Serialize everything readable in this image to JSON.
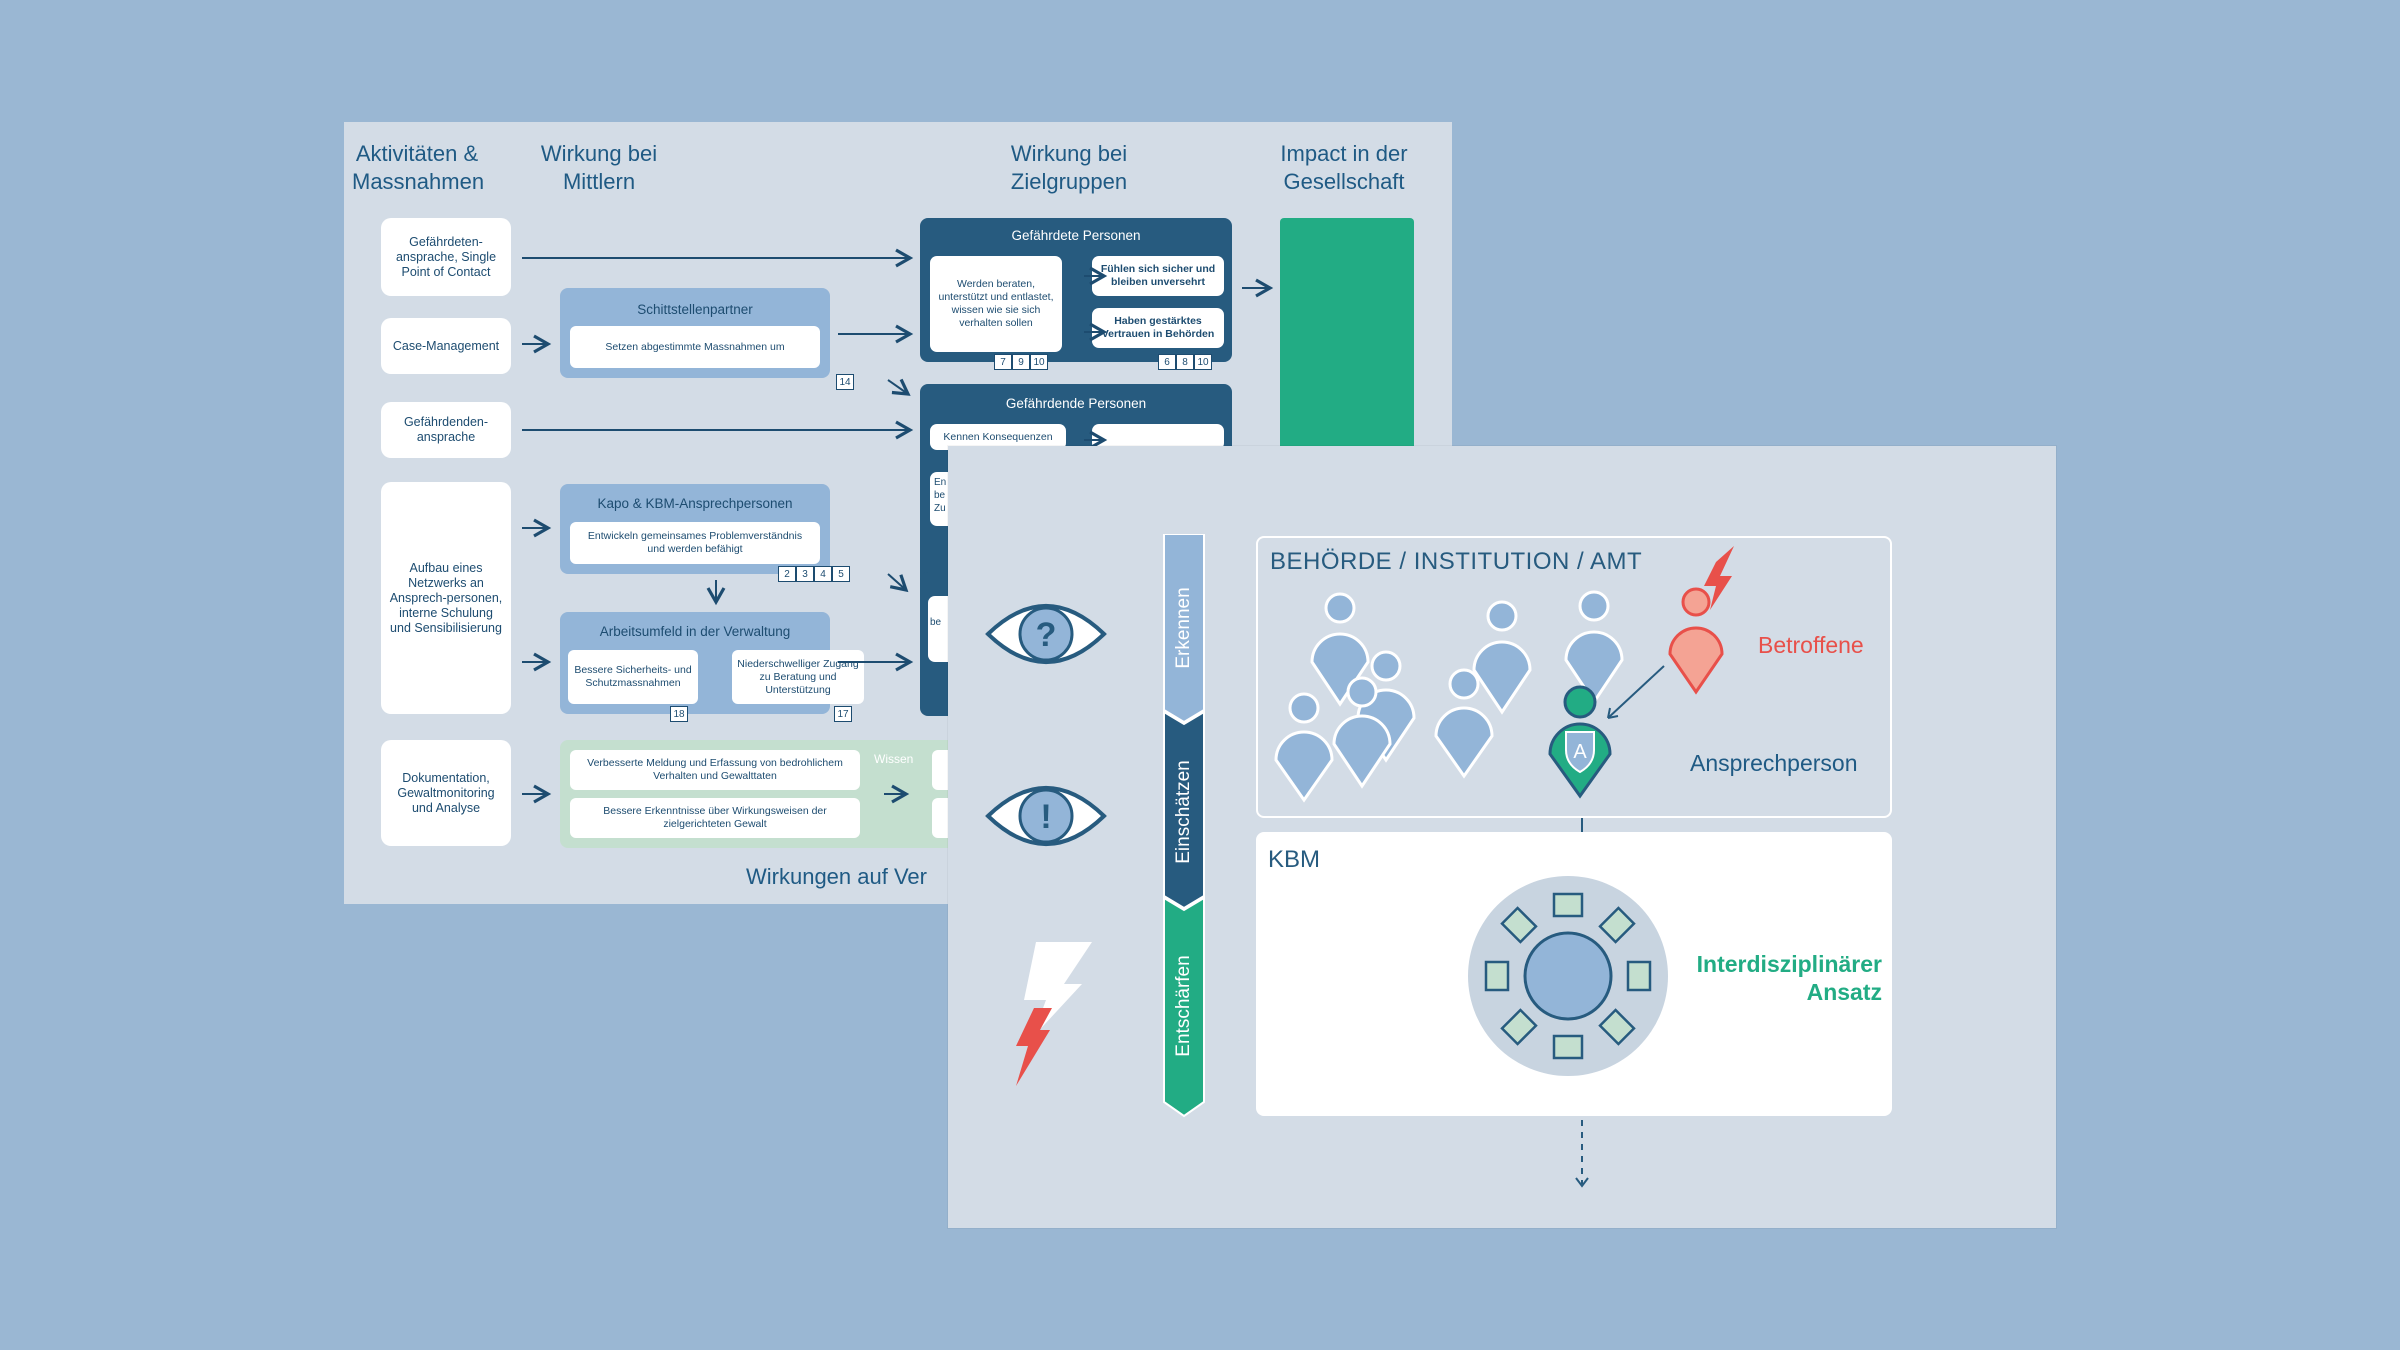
{
  "sheet1": {
    "headers": {
      "activities": "Aktivitäten & Massnahmen",
      "mittler": "Wirkung bei Mittlern",
      "zielgruppen": "Wirkung bei Zielgruppen",
      "impact": "Impact in der Gesellschaft"
    },
    "activities": [
      "Gefährdeten-ansprache, Single Point of Contact",
      "Case-Management",
      "Gefährdenden-ansprache",
      "Aufbau eines Netzwerks an Ansprech-personen, interne Schulung und Sensibilisierung",
      "Dokumentation, Gewaltmonitoring und Analyse"
    ],
    "schnittstellen": {
      "title": "Schittstellenpartner",
      "text": "Setzen abgestimmte Massnahmen um",
      "badges": [
        "14"
      ]
    },
    "kapo": {
      "title": "Kapo & KBM-Ansprechpersonen",
      "text": "Entwickeln gemeinsames Problemverständnis und werden befähigt",
      "badges": [
        "2",
        "3",
        "4",
        "5"
      ]
    },
    "arbeitsumfeld": {
      "title": "Arbeitsumfeld in der Verwaltung",
      "left": "Bessere Sicherheits- und Schutzmassnahmen",
      "right": "Niederschwelliger Zugang zu Beratung und Unterstützung",
      "badge_left": "18",
      "badge_right": "17"
    },
    "doku": {
      "item1": "Verbesserte Meldung und Erfassung von bedrohlichem Verhalten und Gewalttaten",
      "item2": "Bessere Erkenntnisse über Wirkungsweisen der zielgerichteten Gewalt",
      "label": "Wissen"
    },
    "gefaehrdete": {
      "title": "Gefährdete Personen",
      "main": "Werden beraten, unterstützt und entlastet, wissen wie sie sich verhalten sollen",
      "r1": "Fühlen sich sicher und bleiben unversehrt",
      "r2": "Haben gestärktes Vertrauen in Behörden",
      "badges_left": [
        "7",
        "9",
        "10"
      ],
      "badges_right": [
        "6",
        "8",
        "10"
      ]
    },
    "gefaehrdende": {
      "title": "Gefährdende Personen",
      "item1": "Kennen Konsequenzen",
      "item2_partial": "En\nbe\nZu"
    },
    "partial_box_text": "be",
    "footer": "Wirkungen auf Ver"
  },
  "sheet2": {
    "phases": [
      "Erkennen",
      "Einschätzen",
      "Entschärfen"
    ],
    "behoerde_title": "BEHÖRDE / INSTITUTION / AMT",
    "betroffene": "Betroffene",
    "ansprechperson": "Ansprechperson",
    "ansprech_letter": "A",
    "kbm_title": "KBM",
    "interdisziplinaer": "Interdisziplinärer Ansatz",
    "eye1_symbol": "?",
    "eye2_symbol": "!"
  },
  "colors": {
    "background": "#9ab7d3",
    "sheet": "#d3dce6",
    "dark_blue": "#275b7f",
    "mid_blue": "#93b5d8",
    "green": "#22ac84",
    "red": "#e8504a",
    "salmon": "#f4a394",
    "text": "#1d4c70"
  }
}
